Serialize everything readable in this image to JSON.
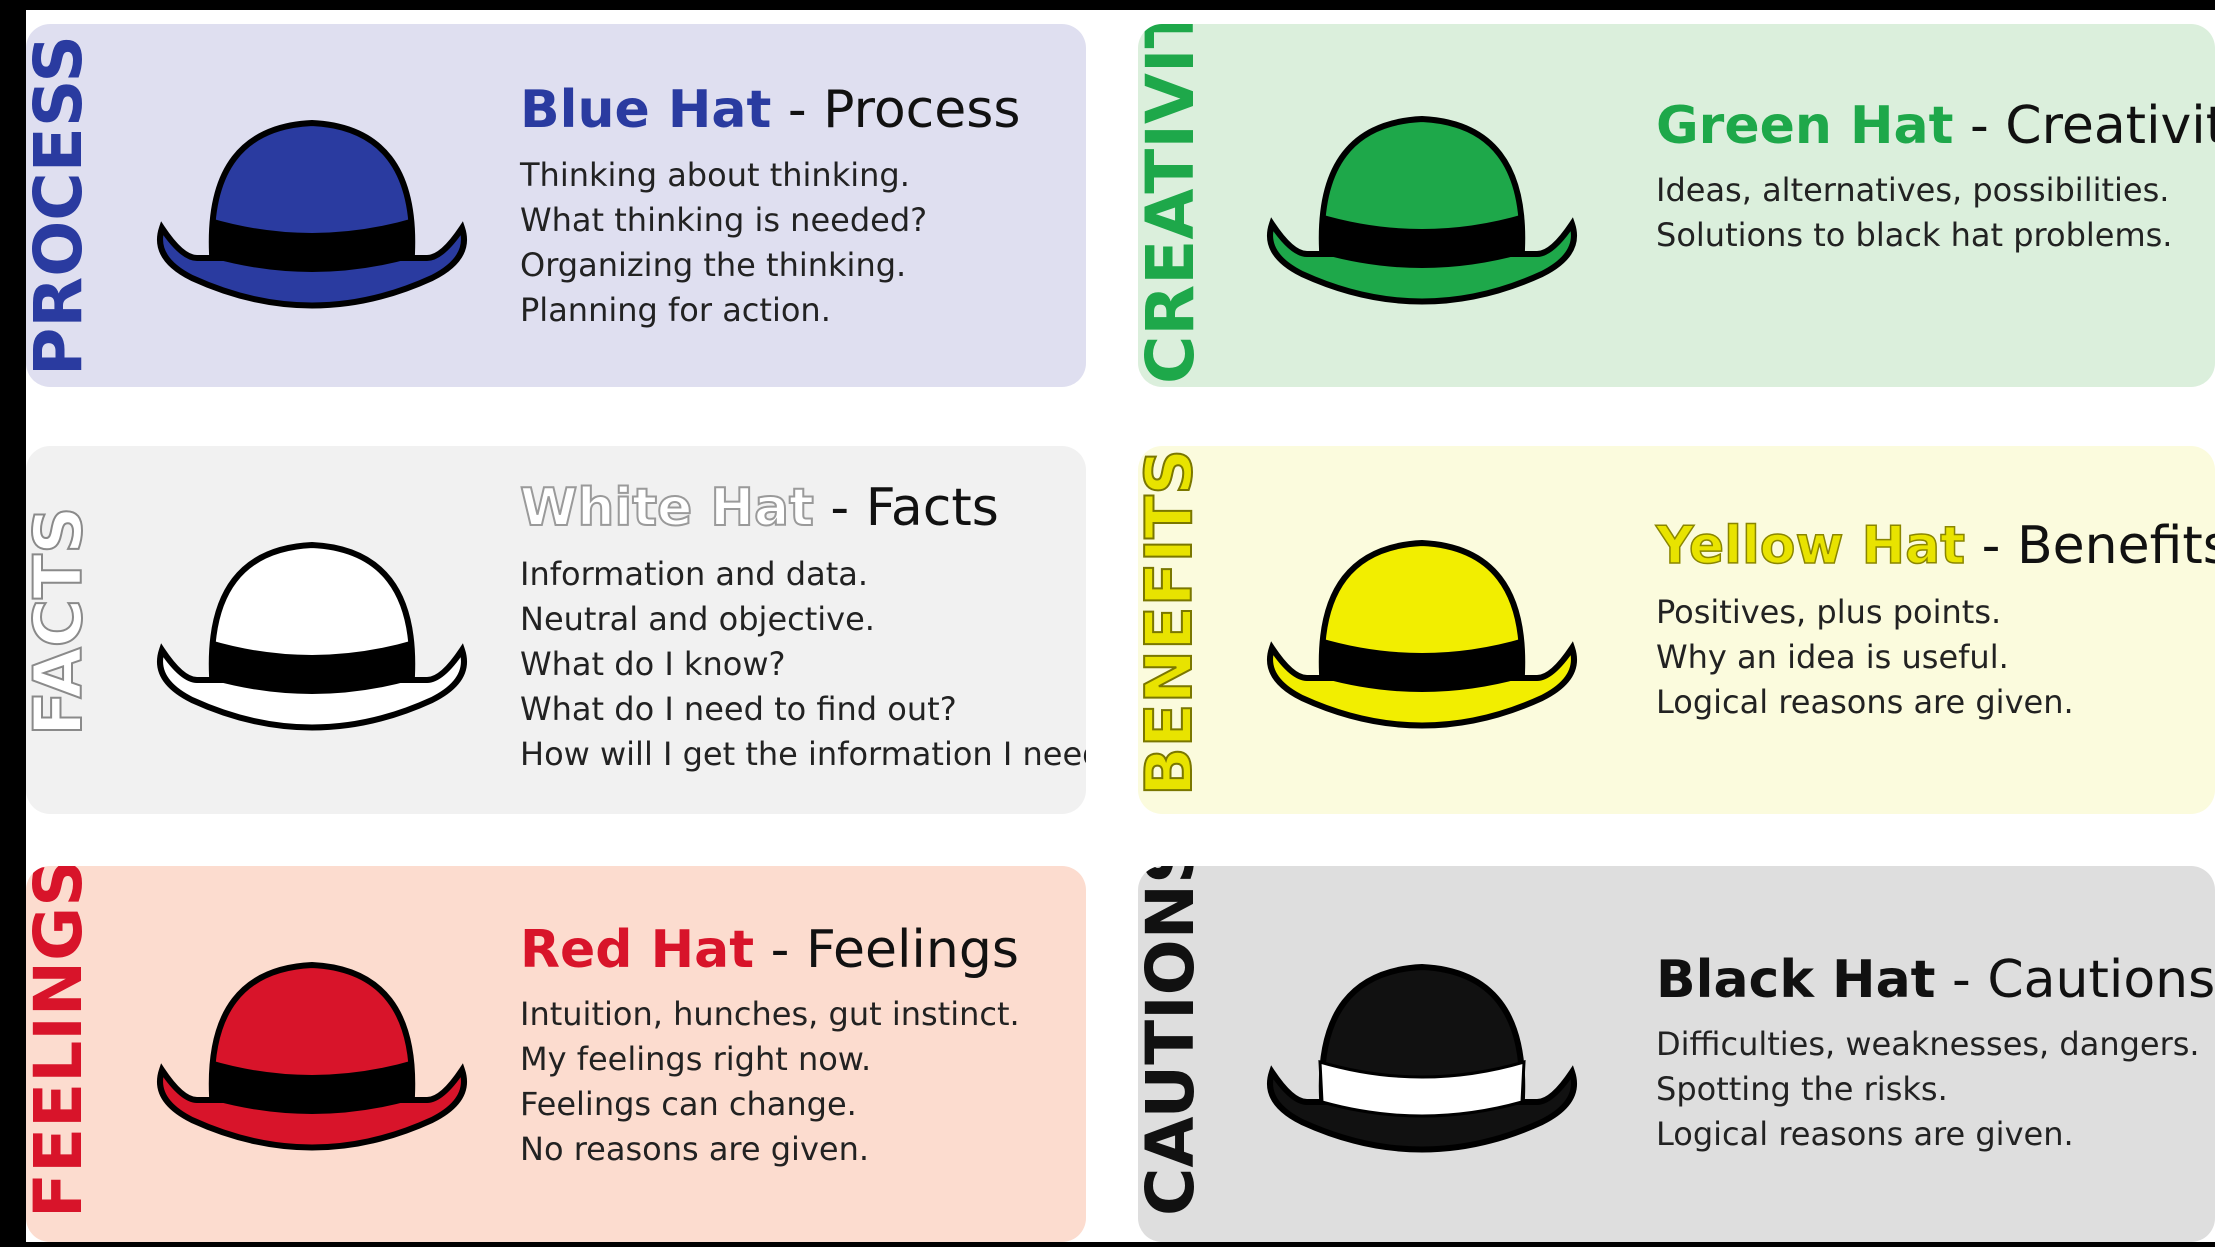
{
  "colors": {
    "blue": "#2a3ba0",
    "green": "#1ea84a",
    "white_outline": "#9a9a9a",
    "yellow": "#e8e300",
    "red": "#d8142a",
    "black": "#111111",
    "blue_panel": "#dfdff0",
    "green_panel": "#dbefdc",
    "white_panel": "#f1f1f1",
    "yellow_panel": "#fbfbdd",
    "red_panel": "#fcdccf",
    "black_panel": "#dedede"
  },
  "hats": [
    {
      "key": "blue",
      "side_label": "PROCESS",
      "name": "Blue Hat",
      "separator": " - ",
      "topic": "Process",
      "lines": [
        "Thinking about thinking.",
        "What thinking is needed?",
        "Organizing the thinking.",
        "Planning for action."
      ]
    },
    {
      "key": "green",
      "side_label": "CREATIVITY",
      "name": "Green Hat",
      "separator": " - ",
      "topic": "Creativity",
      "lines": [
        "Ideas, alternatives, possibilities.",
        "Solutions to black hat problems."
      ]
    },
    {
      "key": "white",
      "side_label": "FACTS",
      "name": "White Hat",
      "separator": " - ",
      "topic": "Facts",
      "lines": [
        "Information and data.",
        "Neutral and objective.",
        "What do I know?",
        "What do I need to find out?",
        "How will I get the information I need?"
      ]
    },
    {
      "key": "yellow",
      "side_label": "BENEFITS",
      "name": "Yellow Hat",
      "separator": " - ",
      "topic": "Benefits",
      "lines": [
        "Positives, plus points.",
        "Why an idea is useful.",
        "Logical reasons are given."
      ]
    },
    {
      "key": "red",
      "side_label": "FEELINGS",
      "name": "Red Hat",
      "separator": " - ",
      "topic": "Feelings",
      "lines": [
        "Intuition, hunches, gut instinct.",
        "My feelings right now.",
        "Feelings can change.",
        "No reasons are given."
      ]
    },
    {
      "key": "black",
      "side_label": "CAUTIONS",
      "name": "Black Hat",
      "separator": " - ",
      "topic": "Cautions",
      "lines": [
        "Difficulties, weaknesses, dangers.",
        "Spotting the risks.",
        "Logical reasons are given."
      ]
    }
  ]
}
